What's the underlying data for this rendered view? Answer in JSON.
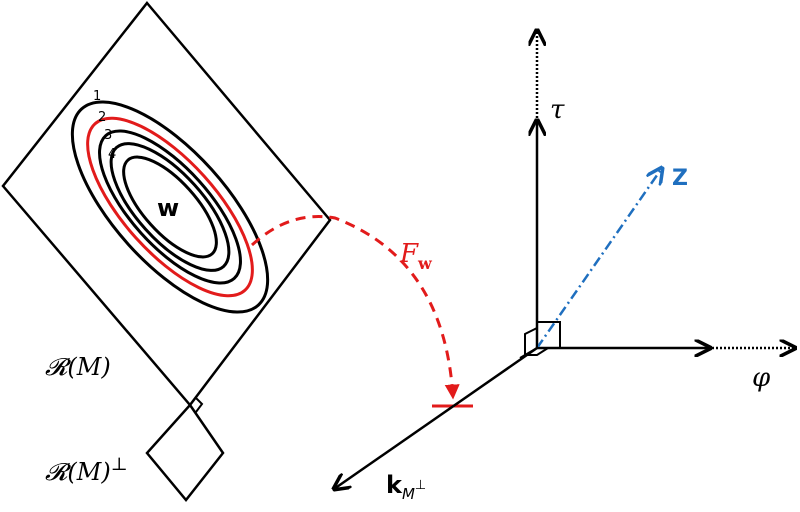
{
  "colors": {
    "ink": "#000000",
    "red": "#e21b1b",
    "blue": "#1f6fbf"
  },
  "contours": {
    "labels": [
      "1",
      "2",
      "3",
      "4"
    ],
    "center_label": "w"
  },
  "map_label": {
    "main": "F",
    "sub": "w"
  },
  "subspaces": {
    "range": "𝓡(M)",
    "range_perp_base": "𝓡(M)",
    "perp_symbol": "⊥"
  },
  "axes": {
    "tau": "τ",
    "phi": "φ",
    "z": "Z",
    "k_base": "k",
    "k_sub": "M",
    "k_sup": "⊥"
  }
}
